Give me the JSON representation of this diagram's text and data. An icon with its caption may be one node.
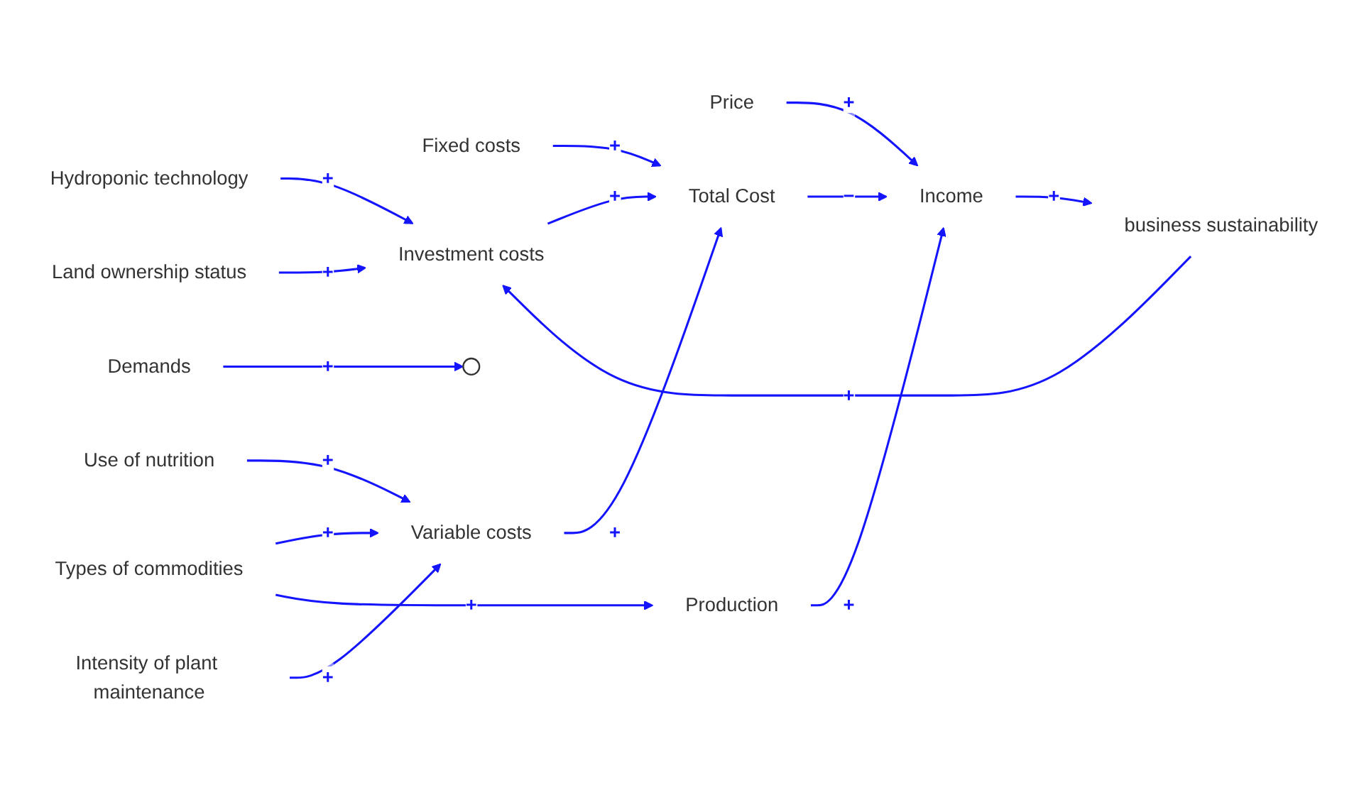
{
  "diagram": {
    "nodes": [
      {
        "text": [
          "Hydroponic technology"
        ]
      },
      {
        "text": [
          "Fixed costs"
        ]
      },
      {
        "text": [
          "Demands"
        ]
      },
      {
        "text": [
          "Investment costs"
        ]
      },
      {
        "text": [
          "Price"
        ]
      },
      {
        "text": [],
        "shape": "circle"
      },
      {
        "text": [
          "Total Cost"
        ]
      },
      {
        "text": [
          "Income"
        ]
      },
      {
        "text": [
          "Land ownership status"
        ]
      },
      {
        "text": [
          "business sustainability"
        ]
      },
      {
        "text": [
          "Variable costs"
        ]
      },
      {
        "text": [
          "Types of commodities"
        ]
      },
      {
        "text": [
          "Use of nutrition"
        ]
      },
      {
        "text": [
          "Intensity of plant maintenance"
        ]
      },
      {
        "text": [
          "Production"
        ]
      }
    ],
    "edges": [
      {
        "from": 0,
        "to": 3,
        "arrow": "to",
        "label": "+"
      },
      {
        "from": 8,
        "to": 3,
        "arrow": "to",
        "label": "+"
      },
      {
        "from": 9,
        "to": 3,
        "arrow": "to",
        "label": "+"
      },
      {
        "from": 3,
        "to": 6,
        "arrow": "to",
        "label": "+"
      },
      {
        "from": 1,
        "to": 6,
        "arrow": "to",
        "label": "+"
      },
      {
        "from": 10,
        "to": 6,
        "arrow": "to",
        "label": "+"
      },
      {
        "from": 6,
        "to": 7,
        "arrow": "to",
        "label": "−"
      },
      {
        "from": 4,
        "to": 7,
        "arrow": "to",
        "label": "+"
      },
      {
        "from": 2,
        "to": 5,
        "arrow": "to",
        "label": "+"
      },
      {
        "from": 7,
        "to": 9,
        "arrow": "to",
        "label": "+"
      },
      {
        "from": 14,
        "to": 7,
        "arrow": "to",
        "label": "+"
      },
      {
        "from": 11,
        "to": 10,
        "arrow": "to",
        "label": "+"
      },
      {
        "from": 12,
        "to": 10,
        "arrow": "to",
        "label": "+"
      },
      {
        "from": 13,
        "to": 10,
        "arrow": "to",
        "label": "+"
      },
      {
        "from": 11,
        "to": 14,
        "arrow": "to",
        "label": "+"
      }
    ]
  }
}
